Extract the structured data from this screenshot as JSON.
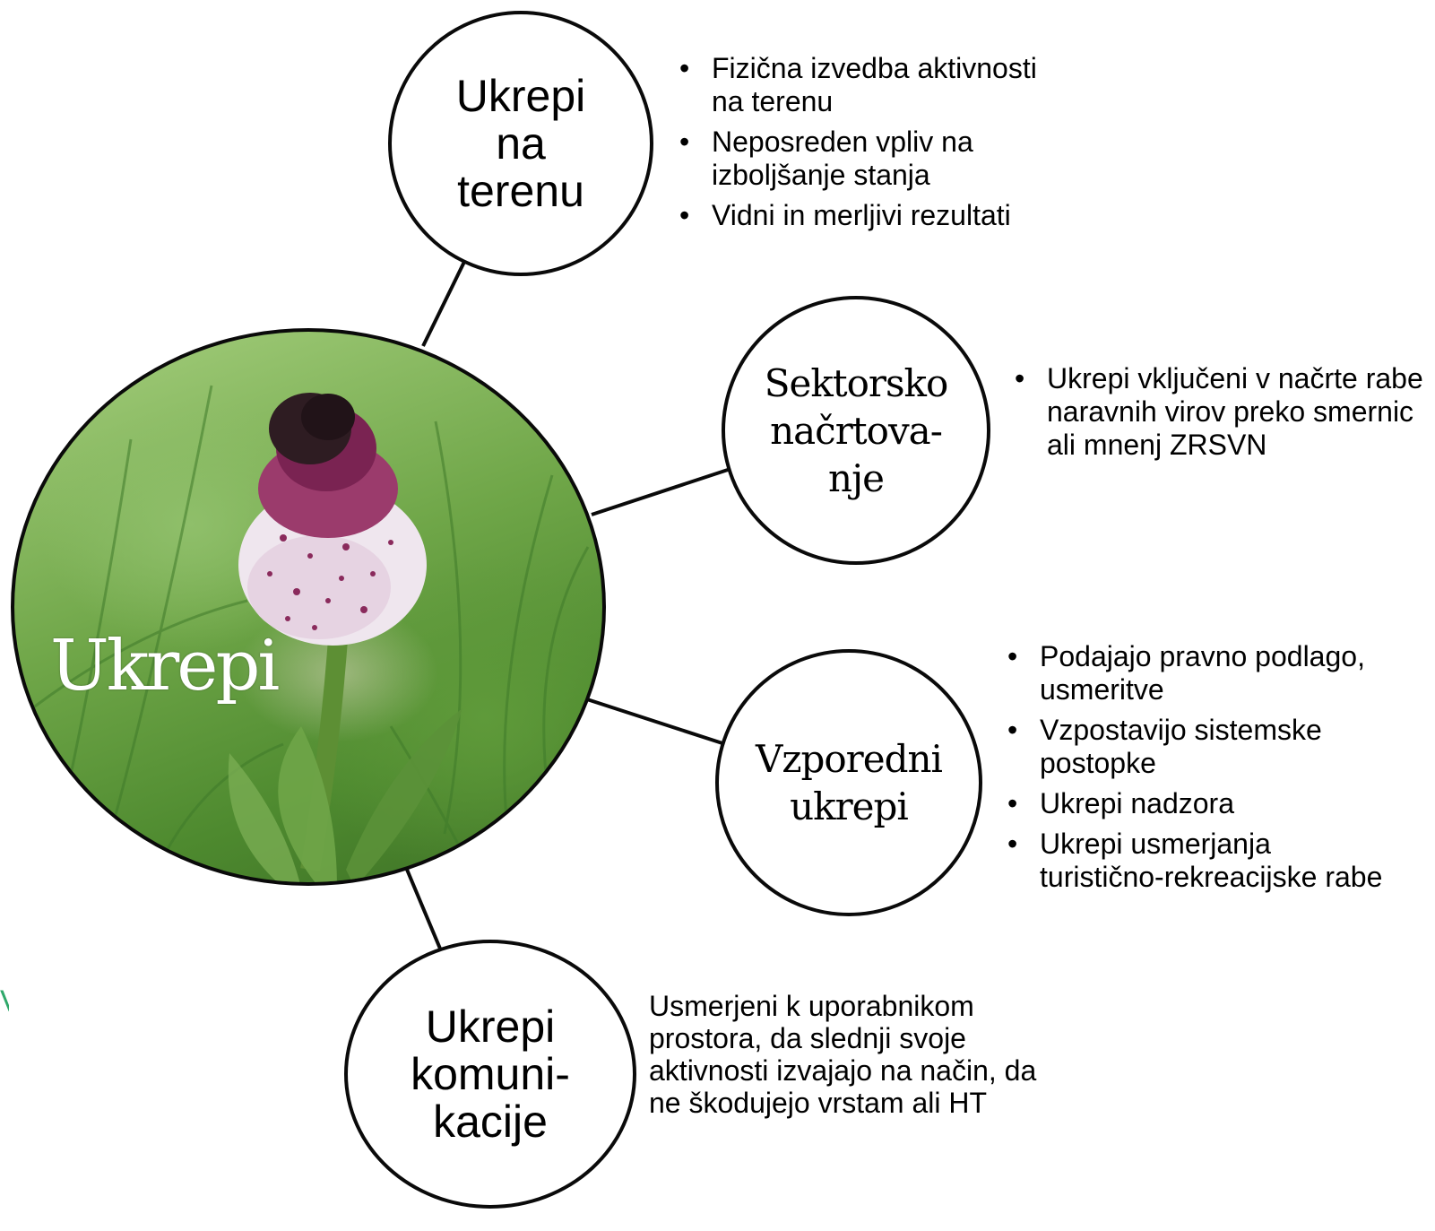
{
  "center": {
    "label": "Ukrepi"
  },
  "nodes": {
    "teren": {
      "lines": [
        "Ukrepi",
        "na",
        "terenu"
      ]
    },
    "sektorsko": {
      "lines": [
        "Sektorsko",
        "načrtova-",
        "nje"
      ]
    },
    "vzporedni": {
      "lines": [
        "Vzporedni",
        "ukrepi"
      ]
    },
    "komunikacija": {
      "lines": [
        "Ukrepi",
        "komuni-",
        "kacije"
      ]
    }
  },
  "bullets": {
    "teren": [
      "Fizična izvedba aktivnosti na terenu",
      "Neposreden vpliv na izboljšanje stanja",
      "Vidni in merljivi rezultati"
    ],
    "sektorsko": [
      "Ukrepi vključeni v načrte rabe naravnih virov preko smernic ali mnenj ZRSVN"
    ],
    "vzporedni": [
      "Podajajo pravno podlago, usmeritve",
      "Vzpostavijo sistemske postopke",
      "Ukrepi nadzora",
      "Ukrepi usmerjanja turistično-rekreacijske rabe"
    ]
  },
  "komunikacija_text": "Usmerjeni k uporabnikom prostora, da slednji svoje aktivnosti izvajajo na način, da ne škodujejo vrstam ali HT",
  "edge_glyph": "V",
  "colors": {
    "outline": "#0a0a0a",
    "edge_glyph": "#2fa86a",
    "center_text": "#ffffff"
  }
}
